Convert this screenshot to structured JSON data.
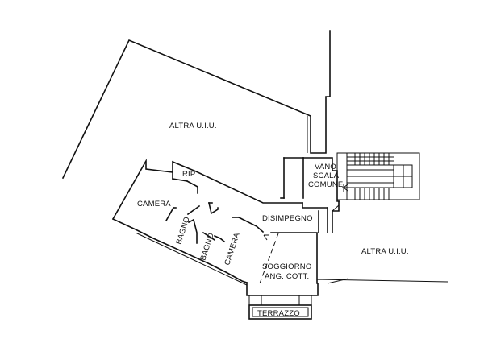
{
  "labels": {
    "altra_uiu_left": "ALTRA U.I.U.",
    "altra_uiu_right": "ALTRA U.I.U.",
    "rip": "RIP.",
    "vano": "VANO",
    "scala": "SCALA",
    "comune": "COMUNE",
    "camera_1": "CAMERA",
    "disimpegno": "DISIMPEGNO",
    "bagno_1": "BAGNO",
    "bagno_2": "BAGNO",
    "camera_2": "CAMERA",
    "soggiorno": "SOGGIORNO",
    "ang_cott": "ANG. COTT.",
    "terrazzo": "TERRAZZO"
  }
}
